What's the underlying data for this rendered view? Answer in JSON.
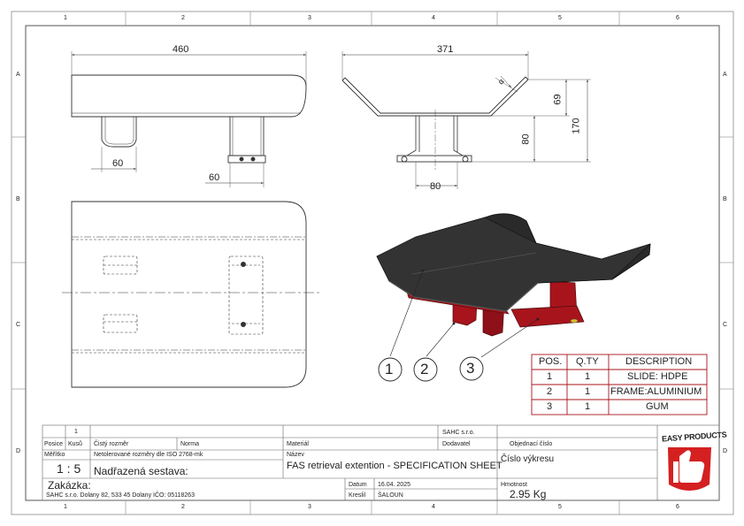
{
  "grid": {
    "columns": [
      "1",
      "2",
      "3",
      "4",
      "5",
      "6"
    ],
    "rows": [
      "A",
      "B",
      "C",
      "D"
    ]
  },
  "dimensions": {
    "top_length": "460",
    "top_width": "371",
    "leg_width_a": "60",
    "leg_width_b": "60",
    "wing_height": "69",
    "total_height": "170",
    "leg_height": "80",
    "base_width": "80",
    "angle_symbol": "α"
  },
  "balloons": [
    "1",
    "2",
    "3"
  ],
  "bom": {
    "headers": [
      "POS.",
      "Q.TY",
      "DESCRIPTION"
    ],
    "rows": [
      [
        "1",
        "1",
        "SLIDE: HDPE"
      ],
      [
        "2",
        "1",
        "FRAME:ALUMINIUM"
      ],
      [
        "3",
        "1",
        "GUM"
      ]
    ]
  },
  "title_block": {
    "count_value": "1",
    "col_position": "Posice",
    "col_pieces": "Kusů",
    "col_clean_size": "Čistý rozměr",
    "col_standard": "Norma",
    "col_material": "Materiál",
    "company_small": "SAHC s.r.o.",
    "supplier": "Dodavatel",
    "order_number": "Objednací číslo",
    "scale_label": "Měřítko",
    "tolerance_note": "Netolerované rozměry dle ISO 2768-mk",
    "name_label": "Název",
    "scale_value": "1 : 5",
    "assembly_label": "Nadřazená sestava:",
    "title": "FAS retrieval extention - SPECIFICATION SHEET",
    "drawing_number": "Číslo výkresu",
    "order_label": "Zakázka:",
    "date_label": "Datum",
    "date_value": "16.04. 2025",
    "mass_label": "Hmotnost",
    "address": "SAHC s.r.o.  Dolany 82,  533 45  Dolany   IČO: 05118263",
    "drawn_label": "Kreslil",
    "drawn_value": "ŠALOUN",
    "mass_value": "2.95 Kg"
  },
  "logo": {
    "text": "EASY PRODUCTS",
    "color": "#d42020"
  },
  "colors": {
    "frame": "#7f7f7f",
    "part_black": "#262626",
    "part_red": "#a8141c",
    "line": "#333333"
  }
}
